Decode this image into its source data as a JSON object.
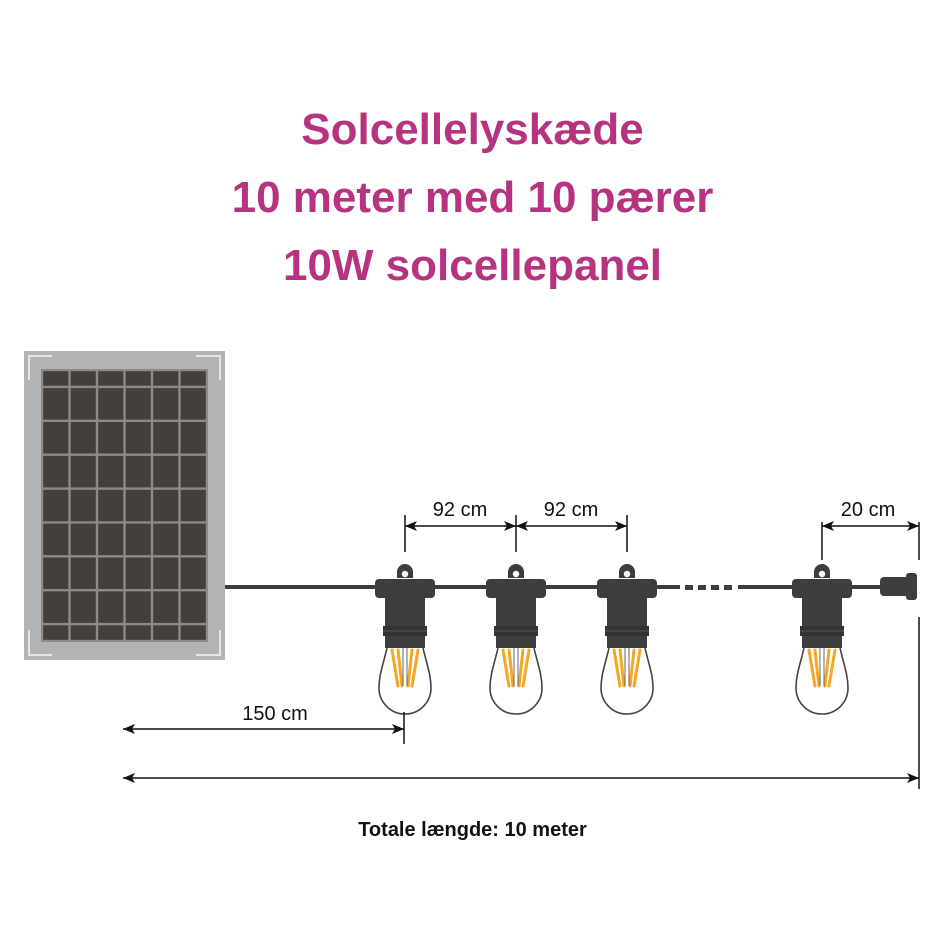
{
  "title": {
    "line1": "Solcellelyskæde",
    "line2": "10 meter med 10 pærer",
    "line3": "10W solcellepanel",
    "color": "#b5337f"
  },
  "panel": {
    "columns": 6,
    "rows": 9,
    "frame_color": "#b0b0b0",
    "cell_color": "#453f3b"
  },
  "dimensions": {
    "bulb_spacing_1": "92 cm",
    "bulb_spacing_2": "92 cm",
    "end_length": "20 cm",
    "lead_length": "150 cm"
  },
  "total_label": "Totale længde: 10 meter",
  "colors": {
    "cable": "#3d3d3d",
    "filament": "#f5a623",
    "line": "#111111"
  }
}
